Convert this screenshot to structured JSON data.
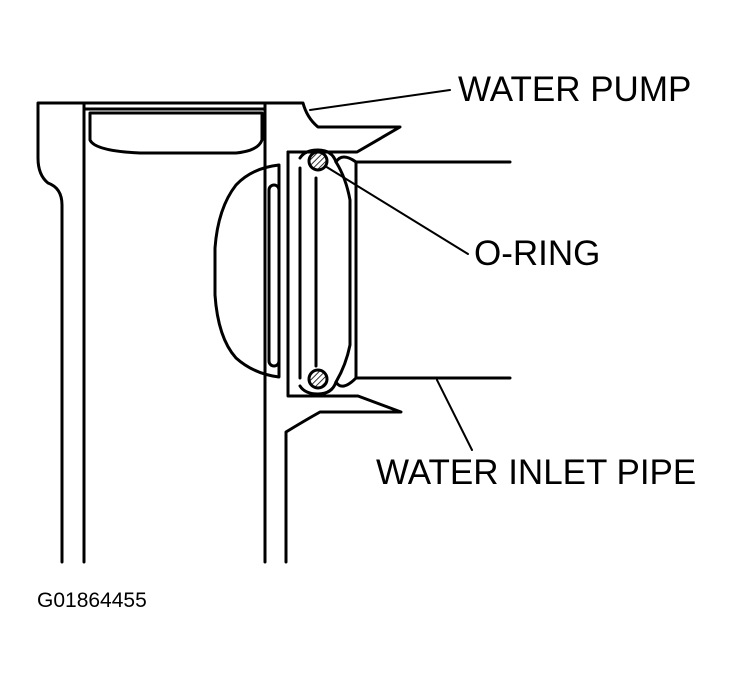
{
  "labels": {
    "water_pump": "WATER PUMP",
    "o_ring": "O-RING",
    "water_inlet_pipe": "WATER INLET PIPE",
    "figure_id": "G01864455"
  },
  "colors": {
    "line": "#000000",
    "background": "#ffffff",
    "oring_hatch": "#000000"
  }
}
